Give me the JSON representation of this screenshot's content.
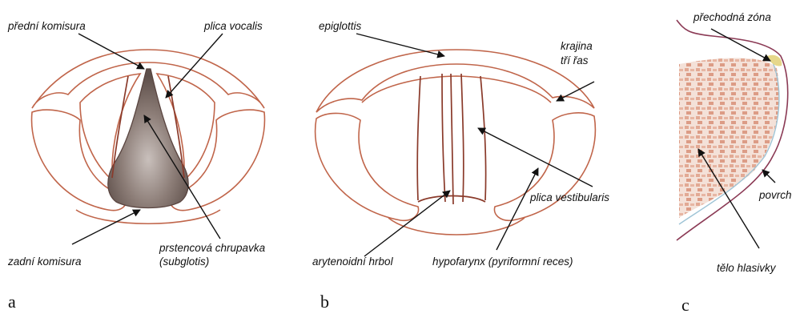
{
  "labels": {
    "a_anterior_commissure": "přední komisura",
    "a_vocal_fold": "plica vocalis",
    "a_posterior_commissure": "zadní komisura",
    "a_cricoid_line1": "prstencová chrupavka",
    "a_cricoid_line2": "(subglotis)",
    "b_epiglottis": "epiglottis",
    "b_three_folds_line1": "krajina",
    "b_three_folds_line2": "tří řas",
    "b_vestibular_fold": "plica vestibularis",
    "b_arytenoid": "arytenoidní hrbol",
    "b_hypopharynx": "hypofarynx (pyriformní reces)",
    "c_transition_zone": "přechodná zóna",
    "c_surface": "povrch",
    "c_body": "tělo hlasivky"
  },
  "panels": {
    "a": "a",
    "b": "b",
    "c": "c"
  },
  "colors": {
    "outline": "#c0654a",
    "dark_outline": "#8a3a2a",
    "subglottis_fill": "#8a7a74",
    "tissue_fill": "#e9c7b8",
    "surface_line": "#9ec4d6"
  }
}
